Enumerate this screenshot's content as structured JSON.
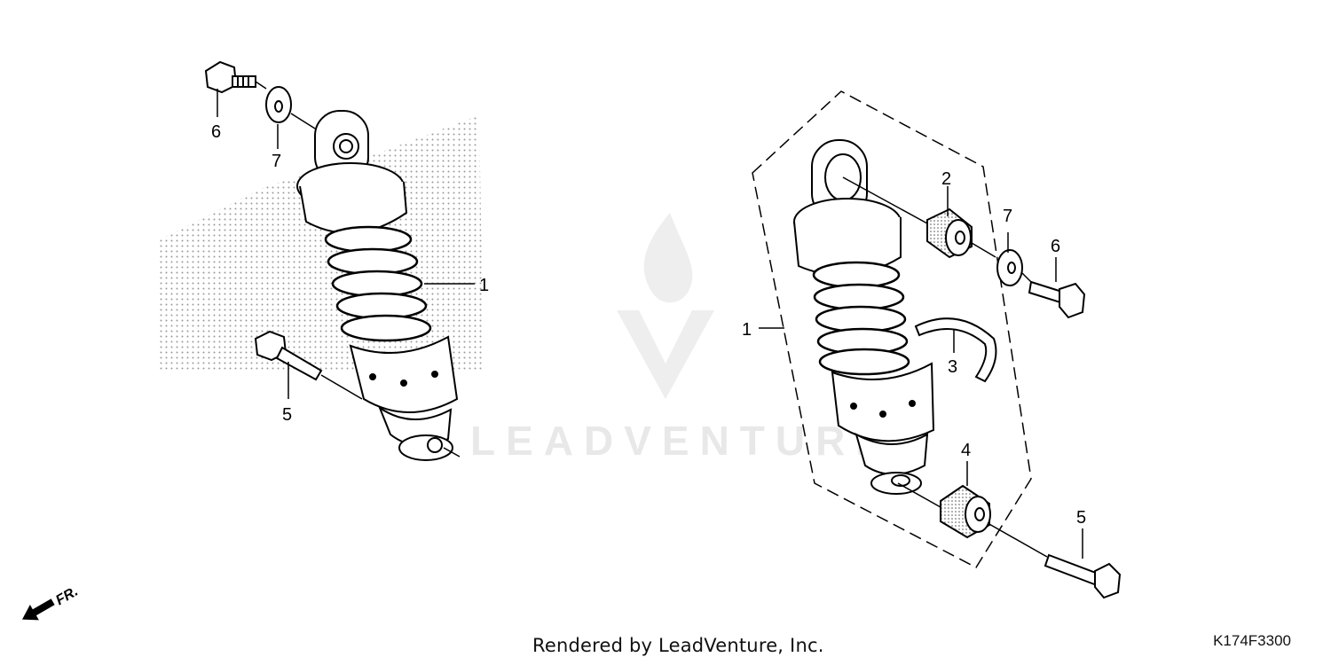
{
  "diagram": {
    "watermark_text": "LEADVENTURE",
    "footer_credit": "Rendered by LeadVenture, Inc.",
    "diagram_code": "K174F3300",
    "front_arrow_label": "FR.",
    "callouts": {
      "left_1": "1",
      "left_5": "5",
      "left_6": "6",
      "left_7": "7",
      "right_1": "1",
      "right_2": "2",
      "right_3": "3",
      "right_4": "4",
      "right_5": "5",
      "right_6": "6",
      "right_7": "7"
    }
  }
}
